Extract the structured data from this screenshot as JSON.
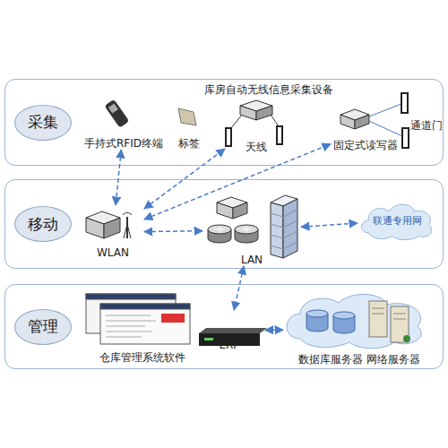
{
  "diagram": {
    "nodes": [
      {
        "text": [
          "采集"
        ]
      },
      {
        "text": [
          "手持式RFID终端"
        ],
        "in": 0
      },
      {
        "text": [
          "标签"
        ],
        "in": 0
      },
      {
        "text": [
          "天线"
        ],
        "in": 0
      },
      {
        "text": [
          "固定式读写器"
        ],
        "in": 0
      },
      {
        "text": [
          "通道门"
        ],
        "in": 0
      },
      {
        "text": [
          "移动"
        ]
      },
      {
        "text": [
          "WLAN"
        ],
        "in": 6
      },
      {
        "text": [
          "LAN"
        ],
        "in": 6
      },
      {
        "text": [
          "联通专用网"
        ],
        "in": 6
      },
      {
        "text": [
          "管理"
        ]
      },
      {
        "text": [
          "仓库管理系统软件"
        ],
        "in": 10
      },
      {
        "text": [
          "ERP"
        ],
        "in": 10
      },
      {
        "text": [
          "数据库服务器 网络服务器"
        ],
        "in": 10
      }
    ],
    "edges": [
      {
        "from": 1,
        "to": 7,
        "arrow": "both"
      },
      {
        "from": 7,
        "to": 3,
        "arrow": "both"
      },
      {
        "from": 7,
        "to": 4,
        "arrow": "both"
      },
      {
        "from": 7,
        "to": 8,
        "arrow": "both"
      },
      {
        "from": 8,
        "to": 9,
        "arrow": "both"
      },
      {
        "from": 8,
        "to": 12,
        "arrow": "both"
      },
      {
        "from": 12,
        "to": 13,
        "arrow": "both"
      }
    ],
    "labels": [
      "库房自动无线信息采集设备"
    ]
  }
}
